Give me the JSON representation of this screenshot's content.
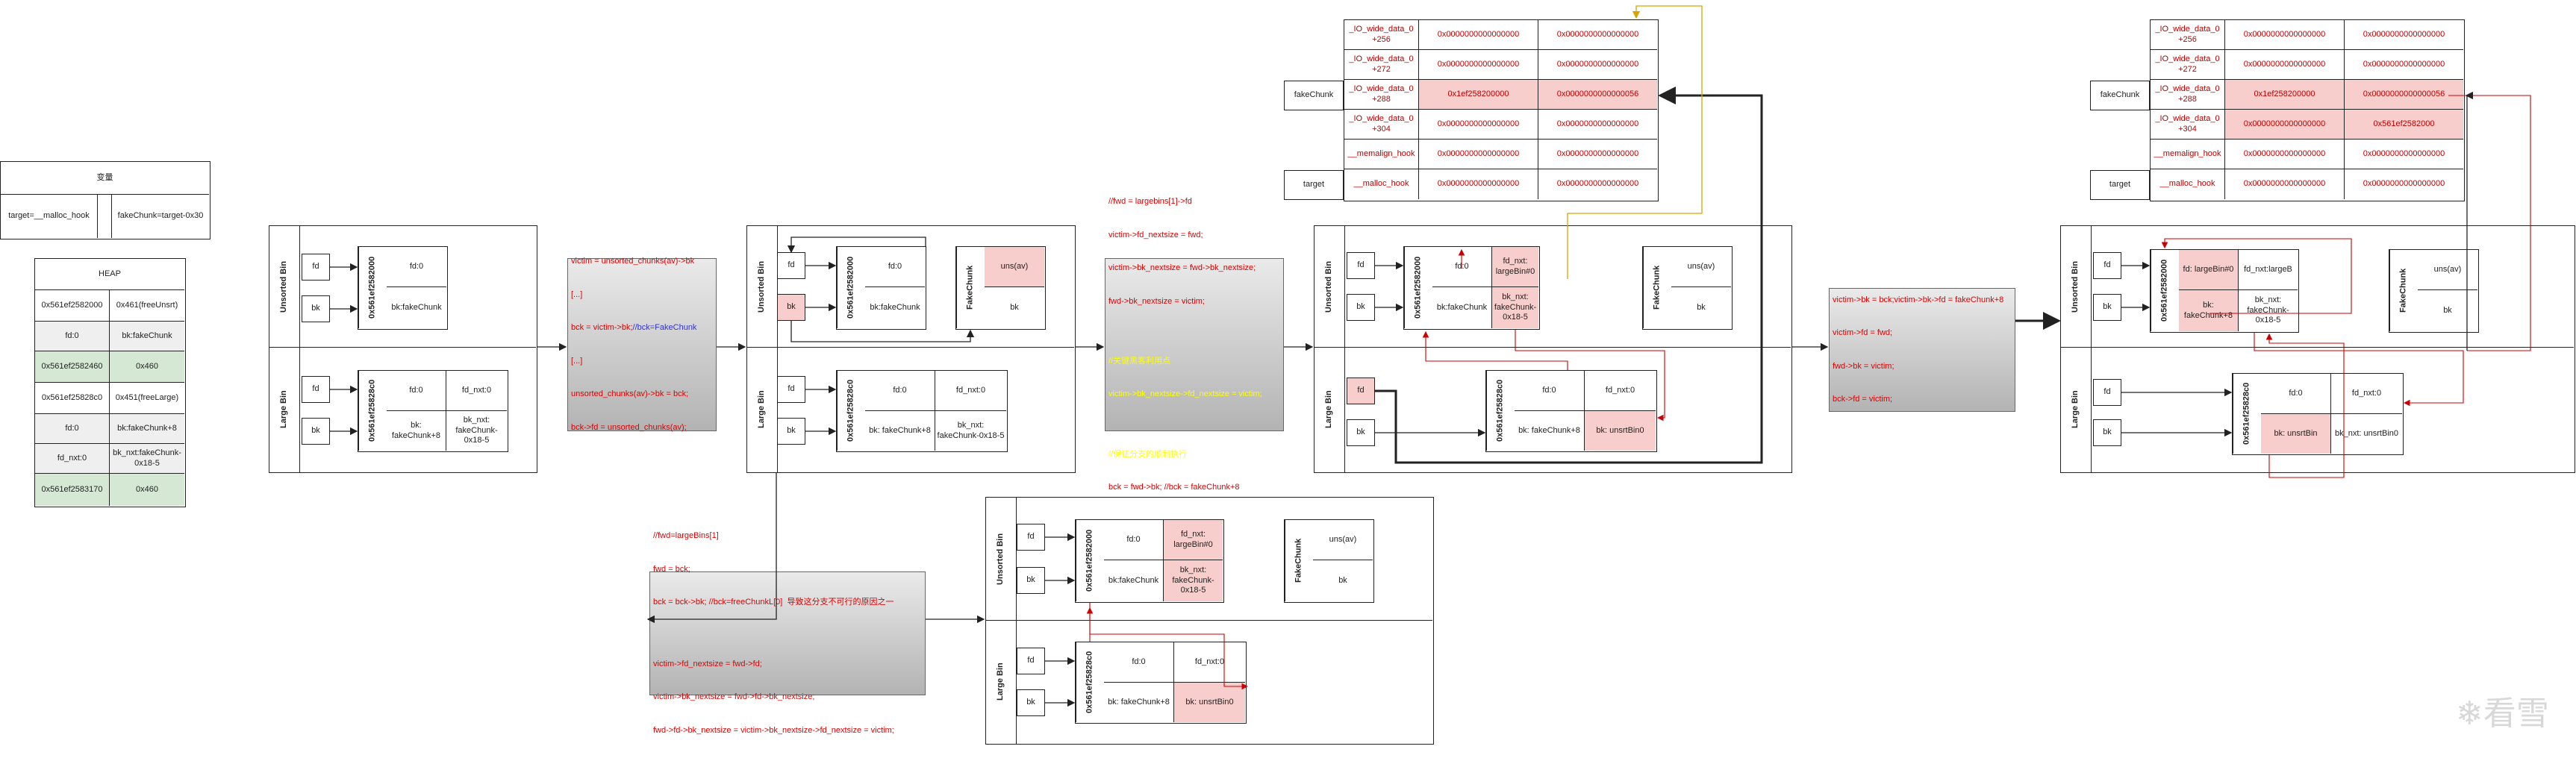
{
  "vars": {
    "title": "变量",
    "target": "target=__malloc_hook",
    "fakechunk": "fakeChunk=target-0x30"
  },
  "heap": {
    "title": "HEAP",
    "rows": [
      [
        "0x561ef2582000",
        "0x461(freeUnsrt)"
      ],
      [
        "fd:0",
        "bk:fakeChunk"
      ],
      [
        "0x561ef2582460",
        "0x460"
      ],
      [
        "0x561ef25828c0",
        "0x451(freeLarge)"
      ],
      [
        "fd:0",
        "bk:fakeChunk+8"
      ],
      [
        "fd_nxt:0",
        "bk_nxt:fakeChunk-0x18-5"
      ],
      [
        "0x561ef2583170",
        "0x460"
      ]
    ]
  },
  "labels": {
    "unsorted_bin": "Unsorted Bin",
    "large_bin": "Large Bin",
    "fd": "fd",
    "bk": "bk",
    "chunk_a": "0x561ef2582000",
    "chunk_b": "0x561ef25828c0",
    "fakechunk": "FakeChunk",
    "fd0": "fd:0",
    "fd_nxt0": "fd_nxt:0",
    "bk_fakechunk": "bk:fakeChunk",
    "bk_fakechunk8": "bk: fakeChunk+8",
    "bk_nxt_fc": "bk_nxt: fakeChunk-0x18-5",
    "uns_av": "uns(av)",
    "fd_nxt_lb": "fd_nxt: largeBin#0",
    "bk_nxt_fc2": "bk_nxt: fakeChunk-0x18-5",
    "bk_unsrt": "bk: unsrtBin0",
    "bk_unsrt2": "bk: unsrtBin",
    "bk_nxt_unsrt": "bk_nxt: unsrtBin0",
    "fd_largebin0": "fd: largeBin#0",
    "fd_nxt_largeb": "fd_nxt:largeB",
    "fakechunk_label": "fakeChunk",
    "target_label": "target"
  },
  "mem_rows": [
    [
      "_IO_wide_data_0 +256",
      "0x0000000000000000",
      "0x0000000000000000"
    ],
    [
      "_IO_wide_data_0 +272",
      "0x0000000000000000",
      "0x0000000000000000"
    ],
    [
      "_IO_wide_data_0 +288",
      "0x1ef258200000",
      "0x0000000000000056"
    ],
    [
      "_IO_wide_data_0 +304",
      "0x0000000000000000",
      "0x0000000000000000"
    ],
    [
      "__memalign_hook",
      "0x0000000000000000",
      "0x0000000000000000"
    ],
    [
      "__malloc_hook",
      "0x0000000000000000",
      "0x0000000000000000"
    ]
  ],
  "mem_rows2": [
    [
      "_IO_wide_data_0 +256",
      "0x0000000000000000",
      "0x0000000000000000"
    ],
    [
      "_IO_wide_data_0 +272",
      "0x0000000000000000",
      "0x0000000000000000"
    ],
    [
      "_IO_wide_data_0 +288",
      "0x1ef258200000",
      "0x0000000000000056"
    ],
    [
      "_IO_wide_data_0 +304",
      "0x0000000000000000",
      "0x561ef2582000"
    ],
    [
      "__memalign_hook",
      "0x0000000000000000",
      "0x0000000000000000"
    ],
    [
      "__malloc_hook",
      "0x0000000000000000",
      "0x0000000000000000"
    ]
  ],
  "code1": {
    "l1": "victim = unsorted_chunks(av)->bk",
    "l2": "[...]",
    "l3a": "bck = victim->bk;",
    "l3b": "//bck=FakeChunk",
    "l4": "[...]",
    "l5": "unsorted_chunks(av)->bk = bck;",
    "l6": "bck->fd = unsorted_chunks(av);"
  },
  "code2": {
    "l1": "//fwd = largebins[1]->fd",
    "l2": "victim->fd_nextsize = fwd;",
    "l3": "victim->bk_nextsize = fwd->bk_nextsize;",
    "l4": "fwd->bk_nextsize = victim;",
    "l5": "//关键黑客利用点",
    "l6": "victim->bk_nextsize->fd_nextsize = victim;",
    "l7": "//保证分支的顺利执行",
    "l8": "bck = fwd->bk; //bck = fakeChunk+8"
  },
  "code3": {
    "l1": "//fwd=largeBins[1]",
    "l2": "fwd = bck;",
    "l3": "bck = bck->bk; //bck=freeChunkL[0]  导致这分支不可行的原因之一",
    "l4": "victim->fd_nextsize = fwd->fd;",
    "l5": "victim->bk_nextsize = fwd->fd->bk_nextsize;",
    "l6": "fwd->fd->bk_nextsize = victim->bk_nextsize->fd_nextsize = victim;"
  },
  "code4": {
    "l1": "victim->bk = bck;victim->bk->fd = fakeChunk+8",
    "l2": "victim->fd = fwd;",
    "l3": "fwd->bk = victim;",
    "l4": "bck->fd = victim;"
  },
  "watermark": "看雪"
}
